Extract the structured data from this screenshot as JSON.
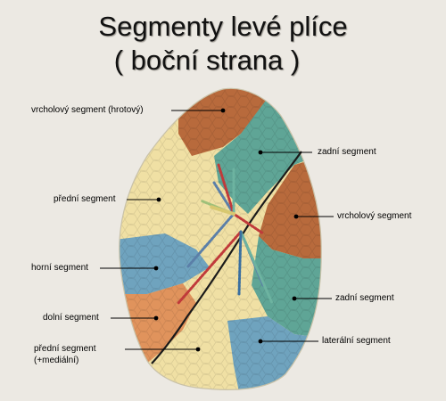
{
  "title": {
    "line1": "Segmenty levé plíce",
    "line2": "( boční strana )"
  },
  "labels": {
    "left": [
      {
        "id": "vrcholovy-hrotovy",
        "text": "vrcholový segment (hrotový)"
      },
      {
        "id": "predni",
        "text": "přední segment"
      },
      {
        "id": "horni",
        "text": "horní segment"
      },
      {
        "id": "dolni",
        "text": "dolní segment"
      },
      {
        "id": "predni-medialni",
        "text": "přední segment",
        "text2": "(+mediální)"
      }
    ],
    "right": [
      {
        "id": "zadni-1",
        "text": "zadní segment"
      },
      {
        "id": "vrcholovy",
        "text": "vrcholový segment"
      },
      {
        "id": "zadni-2",
        "text": "zadní segment"
      },
      {
        "id": "lateralni",
        "text": "laterální segment"
      }
    ]
  },
  "colors": {
    "background": "#ece9e3",
    "orange_brown": "#b86a3c",
    "teal": "#5fa596",
    "yellow": "#f0e0a4",
    "blue": "#6fa3be",
    "salmon": "#e0935c",
    "fissure": "#1a1a1a"
  }
}
